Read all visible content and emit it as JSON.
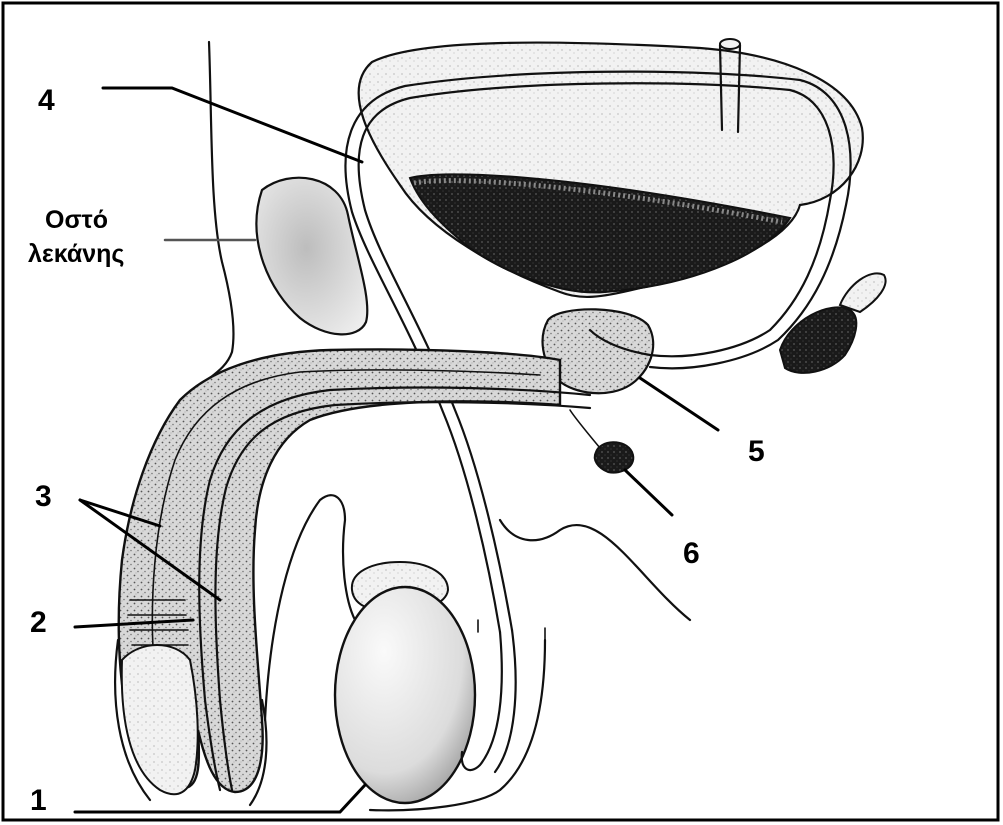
{
  "labels": {
    "n1": "1",
    "n2": "2",
    "n3": "3",
    "n4": "4",
    "n5": "5",
    "n6": "6",
    "bone_line1": "Οστό",
    "bone_line2": "λεκάνης"
  }
}
